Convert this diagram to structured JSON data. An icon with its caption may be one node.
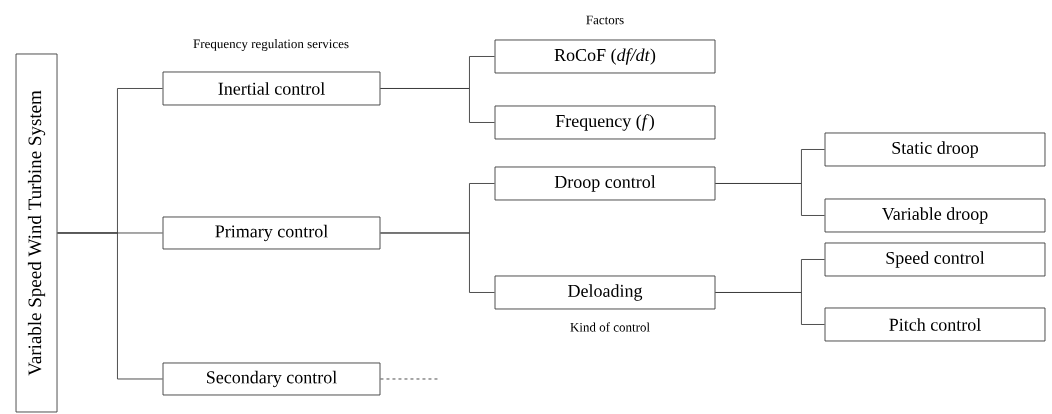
{
  "diagram": {
    "nodes": [
      {
        "text": [
          "Variable Speed Wind Turbine System"
        ]
      },
      {
        "text": [
          "Inertial control"
        ]
      },
      {
        "text": [
          "Primary control"
        ]
      },
      {
        "text": [
          "Secondary control"
        ]
      },
      {
        "text": [
          "RoCoF (*df/dt*)"
        ]
      },
      {
        "text": [
          "Frequency (*f*)"
        ]
      },
      {
        "text": [
          "Droop control"
        ]
      },
      {
        "text": [
          "Deloading"
        ]
      },
      {
        "text": [
          "Static droop"
        ]
      },
      {
        "text": [
          "Variable droop"
        ]
      },
      {
        "text": [
          "Speed control"
        ]
      },
      {
        "text": [
          "Pitch control"
        ]
      }
    ],
    "edges": [
      {
        "from": 0,
        "to": 1,
        "arrow": "none"
      },
      {
        "from": 0,
        "to": 2,
        "arrow": "none"
      },
      {
        "from": 0,
        "to": 3,
        "arrow": "none"
      },
      {
        "from": 1,
        "to": 4,
        "arrow": "none"
      },
      {
        "from": 1,
        "to": 5,
        "arrow": "none"
      },
      {
        "from": 2,
        "to": 6,
        "arrow": "none"
      },
      {
        "from": 2,
        "to": 7,
        "arrow": "none"
      },
      {
        "from": 6,
        "to": 8,
        "arrow": "none"
      },
      {
        "from": 6,
        "to": 9,
        "arrow": "none"
      },
      {
        "from": 7,
        "to": 10,
        "arrow": "none"
      },
      {
        "from": 7,
        "to": 11,
        "arrow": "none"
      },
      {
        "from": 3,
        "to": null,
        "arrow": "none",
        "style": "dashed"
      }
    ],
    "labels": [
      "Factors",
      "Frequency regulation services",
      "Kind of control"
    ]
  }
}
